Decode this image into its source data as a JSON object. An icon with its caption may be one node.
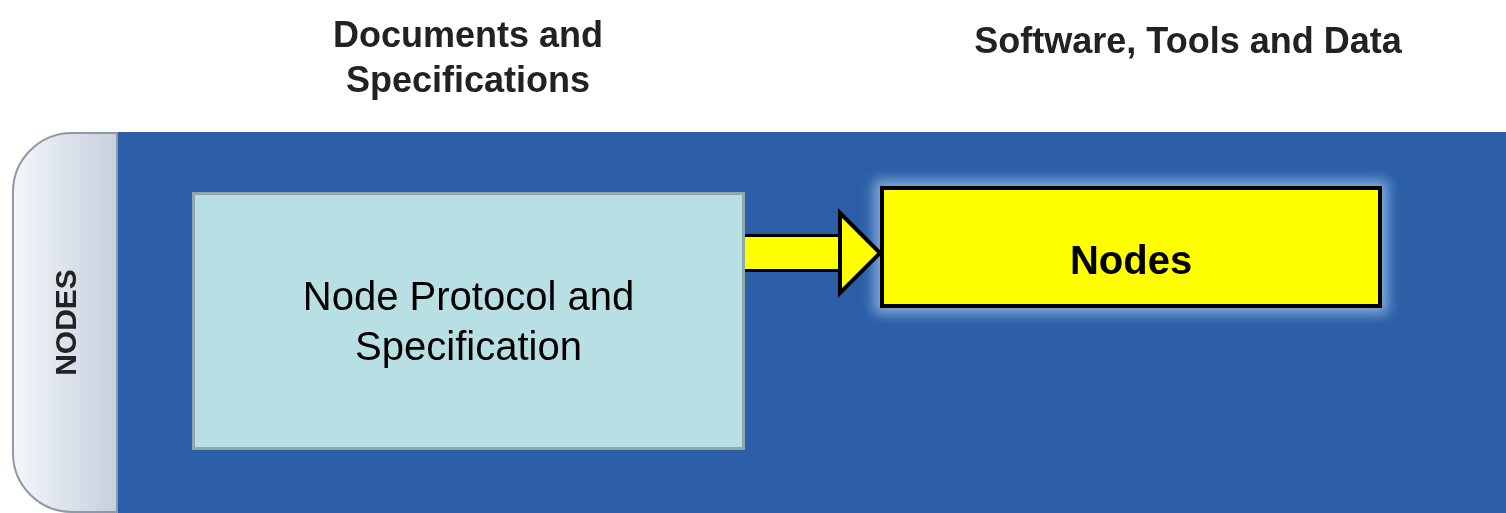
{
  "diagram": {
    "nodes": [
      {
        "text": [
          "NODES"
        ]
      },
      {
        "text": [],
        "shape": "box"
      },
      {
        "text": [
          "Node Protocol and Specification"
        ],
        "in": 1
      },
      {
        "text": [
          "Nodes"
        ],
        "in": 1
      }
    ],
    "edges": [
      {
        "from": 2,
        "to": 3,
        "arrow": "to",
        "color": "#ffff00"
      }
    ],
    "labels": [
      "Documents and Specifications",
      "Software, Tools and Data"
    ]
  }
}
